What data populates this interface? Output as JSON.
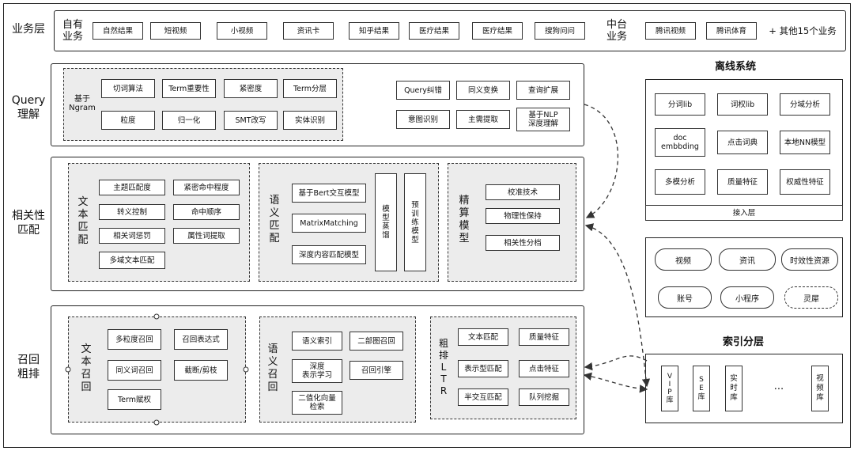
{
  "sections": {
    "biz": "业务层",
    "query": "Query\n理解",
    "relevance": "相关性\n匹配",
    "recall": "召回\n粗排"
  },
  "biz": {
    "own_label": "自有\n业务",
    "own_items": [
      "自然结果",
      "短视频",
      "小视频",
      "资讯卡",
      "知乎结果",
      "医疗结果",
      "医疗结果",
      "搜狗问问"
    ],
    "mid_label": "中台\n业务",
    "mid_items": [
      "腾讯视频",
      "腾讯体育"
    ],
    "more": "+ 其他15个业务"
  },
  "query": {
    "ngram_label": "基于\nNgram",
    "ngram_items": [
      "切词算法",
      "Term重要性",
      "紧密度",
      "Term分层",
      "粒度",
      "归一化",
      "SMT改写",
      "实体识别"
    ],
    "right_items": [
      "Query纠错",
      "同义变换",
      "查询扩展",
      "意图识别",
      "主需提取",
      "基于NLP\n深度理解"
    ]
  },
  "relevance": {
    "text_label": "文\n本\n匹\n配",
    "text_items": [
      "主题匹配度",
      "紧密命中程度",
      "转义控制",
      "命中顺序",
      "相关词惩罚",
      "属性词提取",
      "多域文本匹配"
    ],
    "sem_label": "语\n义\n匹\n配",
    "sem_items": [
      "基于Bert交互模型",
      "MatrixMatching",
      "深度内容匹配模型"
    ],
    "sem_tall": [
      "模\n型\n蒸\n馏",
      "预\n训\n练\n模\n型"
    ],
    "fine_label": "精\n算\n模\n型",
    "fine_items": [
      "校准技术",
      "物理性保持",
      "相关性分档"
    ]
  },
  "recall": {
    "text_label": "文\n本\n召\n回",
    "text_items": [
      "多粒度召回",
      "召回表达式",
      "同义词召回",
      "截断/剪枝",
      "Term赋权"
    ],
    "sem_label": "语\n义\n召\n回",
    "sem_items": [
      "语义索引",
      "二部图召回",
      "深度\n表示学习",
      "召回引擎",
      "二值化向量\n检索"
    ],
    "ltr_label": "粗\n排\nL\nT\nR",
    "ltr_items": [
      "文本匹配",
      "质量特征",
      "表示型匹配",
      "点击特征",
      "半交互匹配",
      "队列挖掘"
    ]
  },
  "offline": {
    "title": "离线系统",
    "items": [
      "分词lib",
      "词权lib",
      "分域分析",
      "doc\nembbding",
      "点击词典",
      "本地NN模型",
      "多模分析",
      "质量特征",
      "权威性特征"
    ],
    "access": "接入层",
    "pills": [
      "视频",
      "资讯",
      "时效性资源",
      "账号",
      "小程序",
      "灵犀"
    ]
  },
  "index": {
    "title": "索引分层",
    "items": [
      "V\nI\nP\n库",
      "S\nE\n库",
      "实\n时\n库",
      "视\n频\n库"
    ],
    "ellipsis": "..."
  }
}
